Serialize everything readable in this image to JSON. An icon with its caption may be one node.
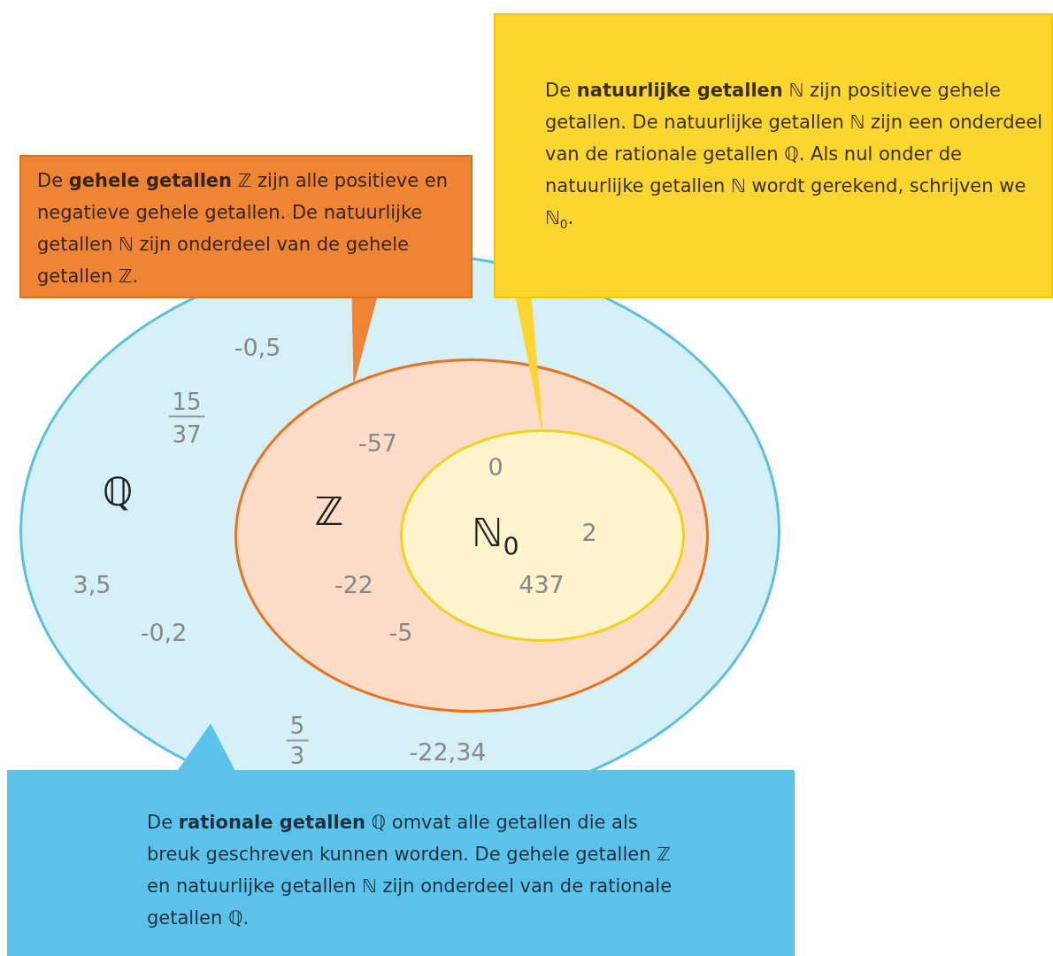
{
  "diagram": {
    "nodes": [
      {
        "text": [
          "ℚ",
          "-0,5",
          "15",
          "37",
          "3,5",
          "-0,2",
          "5",
          "3",
          "-22,34"
        ]
      },
      {
        "text": [
          "ℤ",
          "-57",
          "-22",
          "-5"
        ],
        "in": 0
      },
      {
        "text": [
          "ℕ$_{0}$",
          "0",
          "2",
          "437"
        ],
        "in": 1
      },
      {
        "text": [
          "De **gehele getallen** ℤ zijn alle positieve en negatieve gehele getallen. De natuurlijke getallen ℕ zijn onderdeel van de gehele getallen ℤ."
        ]
      },
      {
        "text": [
          "De **natuurlijke getallen** ℕ zijn positieve gehele getallen. De natuurlijke getallen ℕ zijn een onderdeel van de rationale getallen ℚ. Als nul onder de natuurlijke getallen ℕ wordt gerekend, schrijven we ℕ$_{0}$."
        ]
      },
      {
        "text": [
          "De **rationale getallen** ℚ omvat alle getallen die als breuk geschreven kunnen worden. De gehele getallen ℤ en natuurlijke getallen ℕ zijn onderdeel van de rationale getallen ℚ."
        ]
      }
    ],
    "edges": [
      {
        "from": 3,
        "to": 1,
        "arrow": "to",
        "color": "#ee8535"
      },
      {
        "from": 4,
        "to": 2,
        "arrow": "to",
        "color": "#fbd62e"
      },
      {
        "from": 5,
        "to": 0,
        "arrow": "to",
        "color": "#5bc3ea"
      }
    ]
  }
}
